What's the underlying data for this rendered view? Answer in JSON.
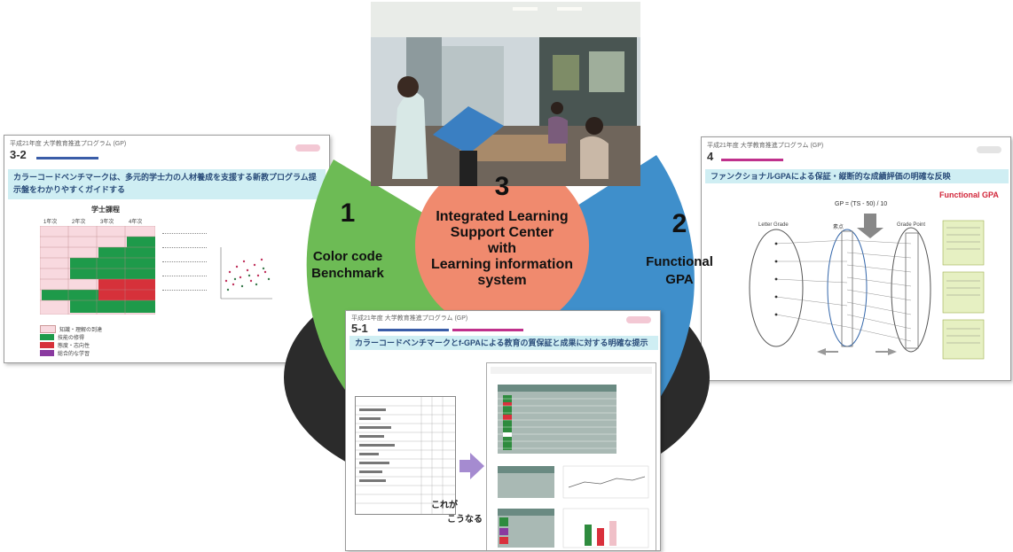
{
  "diagram": {
    "center": {
      "number": "3",
      "label": "Integrated Learning\nSupport Center\nwith\nLearning information\nsystem"
    },
    "left": {
      "number": "1",
      "label": "Color code\nBenchmark"
    },
    "right": {
      "number": "2",
      "label": "Functional\nGPA"
    },
    "colors": {
      "left": "#6dbb55",
      "right": "#3f8fcb",
      "center": "#f08a6e",
      "base": "#2b2b2b"
    }
  },
  "slides": {
    "left": {
      "number": "3-2",
      "header": "平成21年度 大学教育推進プログラム (GP)",
      "title": "カラーコードベンチマークは、多元的学士力の人材養成を支援する新教プログラム提示盤をわかりやすくガイドする",
      "table_title": "学士課程",
      "columns": [
        "1年次",
        "2年次",
        "3年次",
        "4年次"
      ],
      "legend": [
        "知識・理解の到達",
        "技能の修得",
        "態度・志向性",
        "総合的な学習"
      ]
    },
    "right": {
      "number": "4",
      "header": "平成21年度 大学教育推進プログラム (GP)",
      "title": "ファンクショナルGPAによる保証・縦断的な成績評価の明確な反映",
      "formula": "GP = (TS - 50) / 10",
      "heading": "Functional GPA",
      "columns": [
        "Letter Grade",
        "素点",
        "Grade Point"
      ]
    },
    "bottom": {
      "number": "5-1",
      "header": "平成21年度 大学教育推進プログラム (GP)",
      "title": "カラーコードベンチマークとf-GPAによる教育の質保証と成果に対する明確な提示",
      "caption_line1": "これが",
      "caption_line2": "こうなる"
    }
  }
}
